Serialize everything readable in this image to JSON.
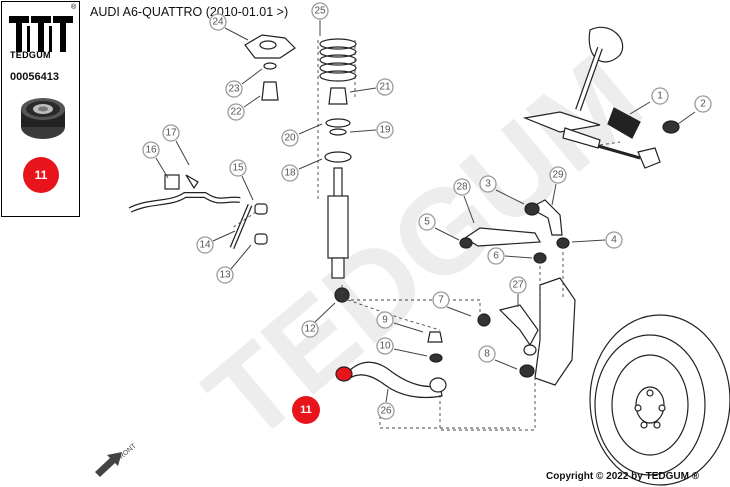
{
  "brand": {
    "name": "TEDGUM",
    "registered": "®"
  },
  "part_number": "00056413",
  "vehicle_title": "AUDI A6-QUATTRO (2010-01.01 >)",
  "watermark": "TEDGUM",
  "highlight_label": "11",
  "callouts": [
    "1",
    "2",
    "3",
    "4",
    "5",
    "6",
    "7",
    "8",
    "9",
    "10",
    "12",
    "13",
    "14",
    "15",
    "16",
    "17",
    "18",
    "19",
    "20",
    "21",
    "22",
    "23",
    "24",
    "25",
    "26",
    "27",
    "28",
    "29"
  ],
  "front_label": "FRONT",
  "copyright": "Copyright © 2022 by TEDGUM ®",
  "colors": {
    "highlight": "#e8141c",
    "watermark": "#ececec",
    "line": "#222222"
  }
}
